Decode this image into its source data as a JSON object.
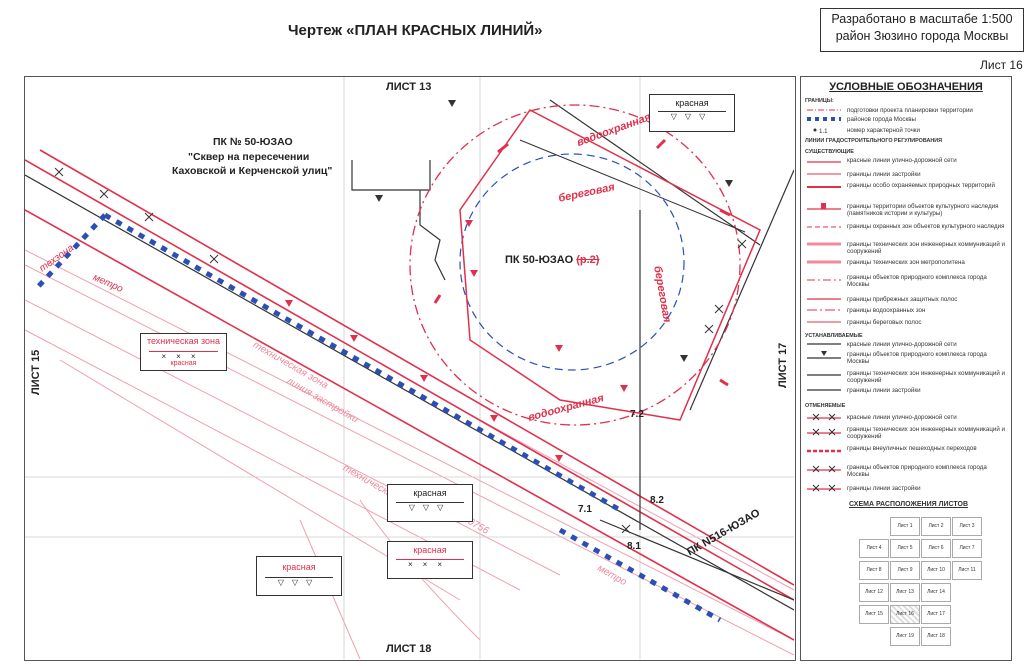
{
  "header": {
    "title": "Чертеж «ПЛАН КРАСНЫХ ЛИНИЙ»",
    "stamp_line1": "Разработано в масштабе 1:500",
    "stamp_line2": "район Зюзино города Москвы",
    "sheet_number": "Лист 16"
  },
  "map": {
    "sheet_top": "ЛИСТ 13",
    "sheet_bottom": "ЛИСТ 18",
    "sheet_left": "ЛИСТ 15",
    "sheet_right": "ЛИСТ 17",
    "pk_title_1": "ПК № 50-ЮЗАО",
    "pk_title_2": "\"Сквер на пересечении",
    "pk_title_3": "Каховской и Керченской улиц\"",
    "pk_center": "ПК 50-ЮЗАО",
    "pk_center_struck": "(р.2)",
    "pk_bottom": "ПК N516-ЮЗАО",
    "zone_vodookhr_top": "водоохранная",
    "zone_vodookhr_bottom": "водоохранная",
    "zone_beregovaya_top": "береговая",
    "zone_beregovaya_right": "береговая",
    "techzone_left": "техзона",
    "metro_left": "метро",
    "techzone_mid": "техническая зона",
    "liniya_zastroiki": "линия застройки",
    "techzone_lower": "техническая зона",
    "metro_lower": "метро",
    "techzone_lower_code": "0756",
    "metro_bottom": "метро",
    "point_72": "7.2",
    "point_71": "7.1",
    "point_81": "8.1",
    "point_82": "8.2",
    "box_krasnaya_top": "красная",
    "box_techzone": "техническая зона",
    "box_techzone_sub": "красная",
    "box_krasnaya_mid": "красная",
    "box_krasnaya_low": "красная",
    "box_krasnaya_left": "красная"
  },
  "legend": {
    "title": "УСЛОВНЫЕ ОБОЗНАЧЕНИЯ",
    "sec_borders": "ГРАНИЦЫ:",
    "items_borders": [
      "подготовки проекта планировки территории",
      "районов города Москвы",
      "номер характерной точки"
    ],
    "point_sample": "1.1",
    "sec_regulation": "ЛИНИИ ГРАДОСТРОИТЕЛЬНОГО РЕГУЛИРОВАНИЯ",
    "sec_existing": "СУЩЕСТВУЮЩИЕ",
    "items_existing": [
      "красные линии улично-дорожной сети",
      "границы линии застройки",
      "границы особо охраняемых природных территорий",
      "границы территории объектов культурного наследия (памятников истории и культуры)",
      "границы охранных зон объектов культурного наследия",
      "границы технических зон инженерных коммуникаций и сооружений",
      "границы технических зон метрополитена",
      "границы объектов природного комплекса города Москвы",
      "границы прибрежных защитных полос",
      "границы водоохранных зон",
      "границы береговых полос"
    ],
    "sec_established": "УСТАНАВЛИВАЕМЫЕ",
    "items_established": [
      "красные линии улично-дорожной сети",
      "границы объектов природного комплекса города Москвы",
      "границы технических зон инженерных коммуникаций и сооружений",
      "границы линии застройки"
    ],
    "sec_cancelled": "ОТМЕНЯЕМЫЕ",
    "items_cancelled": [
      "красные линии улично-дорожной сети",
      "границы технических зон инженерных коммуникаций и сооружений",
      "границы внеуличных пешеходных переходов",
      "границы объектов природного комплекса города Москвы",
      "границы линии застройки"
    ],
    "schema_title": "СХЕМА РАСПОЛОЖЕНИЯ ЛИСТОВ",
    "schema_cells": [
      "Лист 1",
      "Лист 2",
      "Лист 3",
      "Лист 4",
      "Лист 5",
      "Лист 6",
      "Лист 7",
      "Лист 8",
      "Лист 9",
      "Лист 10",
      "Лист 11",
      "Лист 12",
      "Лист 13",
      "Лист 14",
      "Лист 15",
      "Лист 16",
      "Лист 17",
      "Лист 18",
      "Лист 19"
    ]
  },
  "colors": {
    "red": "#e0304c",
    "blue": "#2b4fb5",
    "pink": "#f0a0ae",
    "dark": "#333333"
  }
}
